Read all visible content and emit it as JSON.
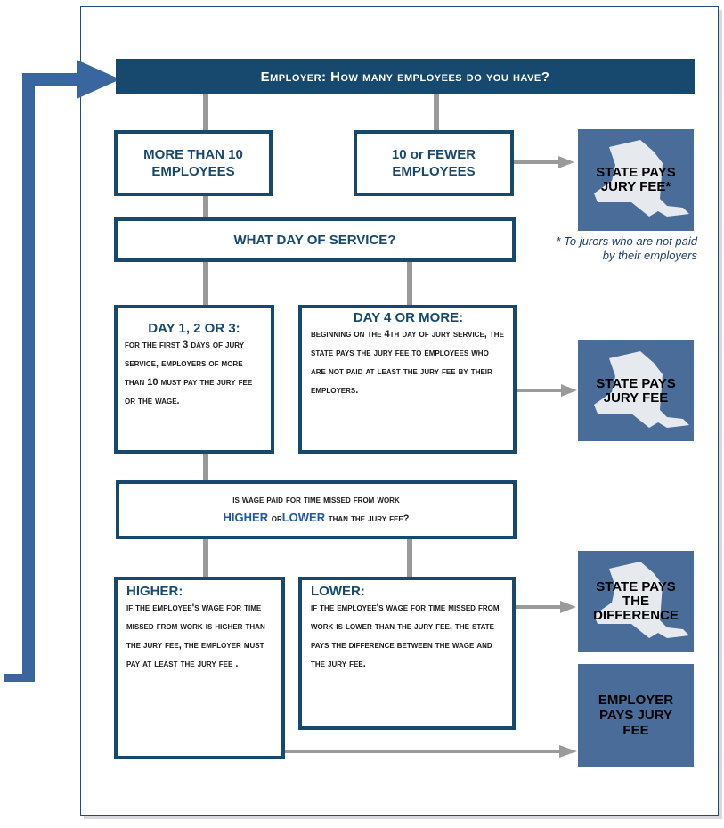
{
  "header": {
    "question": "Employer: How many employees do you have?"
  },
  "branch_top": {
    "left": "MORE THAN 10 EMPLOYEES",
    "right": "10 or FEWER EMPLOYEES"
  },
  "state_pays_fee_note": {
    "label": "STATE PAYS JURY FEE*",
    "note": "* To jurors who are not paid by their employers"
  },
  "day_question": "WHAT DAY OF SERVICE?",
  "day_left": {
    "title": "DAY 1, 2 OR 3:",
    "body": "For the first 3 days of jury service, employers of more than 10 must pay the jury fee or the wage."
  },
  "day_right": {
    "title": "DAY 4 OR MORE:",
    "body": "Beginning on the 4th day of jury service, the State pays the jury fee to employees who are not paid at least the jury fee by their employers."
  },
  "state_pays_fee_2": {
    "label": "STATE PAYS JURY FEE"
  },
  "wage_question": {
    "line1": "Is wage paid for time missed from work",
    "higher": "HIGHER",
    "or": "or",
    "lower": "LOWER",
    "line2_end": "than the jury fee?"
  },
  "higher_box": {
    "title": "HIGHER:",
    "body": "If the employee's wage for time missed from work is higher than the jury fee, the employer must pay at least the jury fee ."
  },
  "lower_box": {
    "title": "LOWER:",
    "body": "If the employee's wage for time missed from work is lower than the jury fee, the State pays the difference between the wage and the jury fee."
  },
  "state_pays_difference": {
    "label": "STATE PAYS THE DIFFERENCE"
  },
  "employer_pays": {
    "label": "EMPLOYER PAYS JURY FEE"
  },
  "colors": {
    "navy": "#17496f",
    "state_blue": "#4a6c99",
    "connector": "#9a9a9a",
    "arrow": "#3a66a0"
  }
}
